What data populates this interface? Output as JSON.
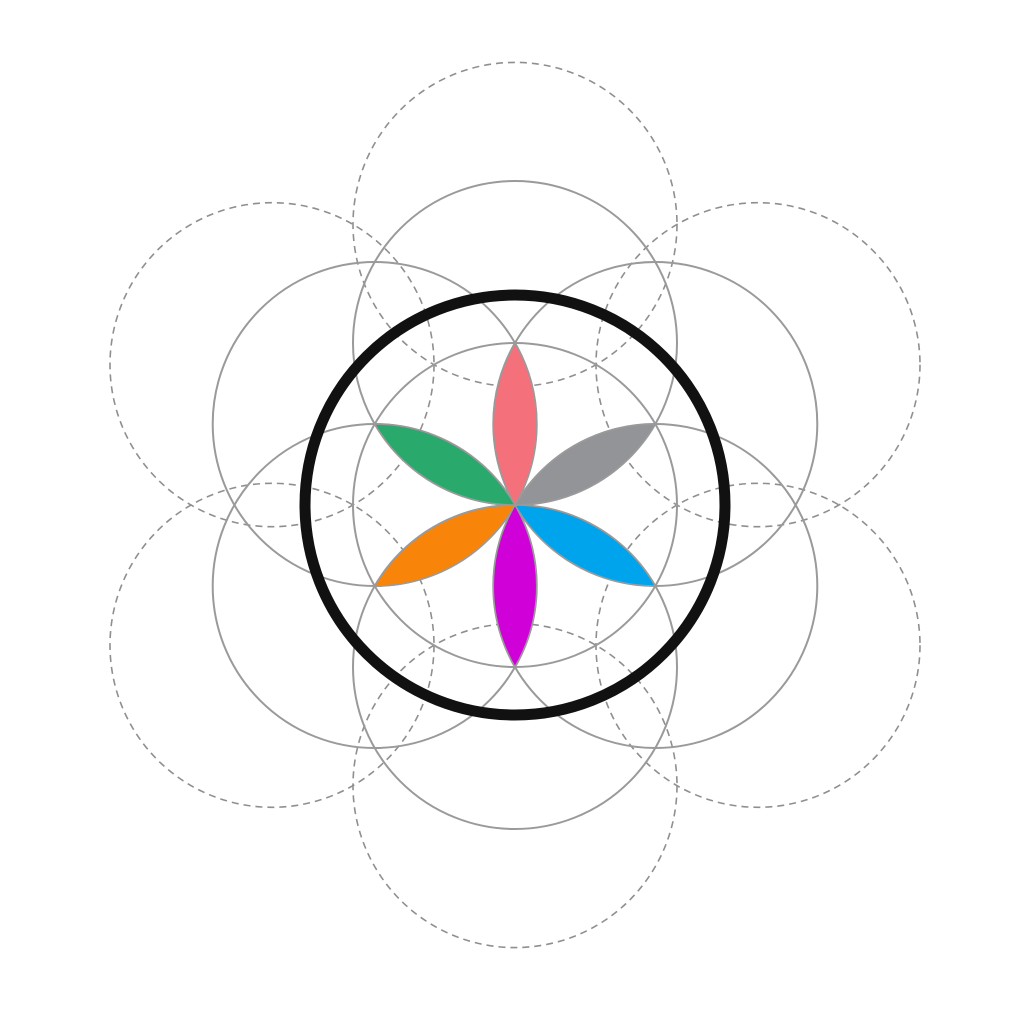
{
  "diagram": {
    "background_color": "#ffffff",
    "outer_ring": {
      "count": 6,
      "stroke_color": "#8f8f8f",
      "style": "dashed"
    },
    "middle_ring": {
      "count": 6,
      "stroke_color": "#9a9a9a",
      "style": "solid"
    },
    "center_circle": {
      "stroke_color": "#9a9a9a",
      "style": "solid"
    },
    "bounding_circle": {
      "stroke_color": "#111111",
      "style": "solid-bold"
    },
    "petals": [
      {
        "direction": "up",
        "color": "#f4707a"
      },
      {
        "direction": "upper-right",
        "color": "#929497"
      },
      {
        "direction": "lower-right",
        "color": "#00a4ec"
      },
      {
        "direction": "down",
        "color": "#d000d8"
      },
      {
        "direction": "lower-left",
        "color": "#f88409"
      },
      {
        "direction": "upper-left",
        "color": "#2aa96c"
      }
    ]
  }
}
